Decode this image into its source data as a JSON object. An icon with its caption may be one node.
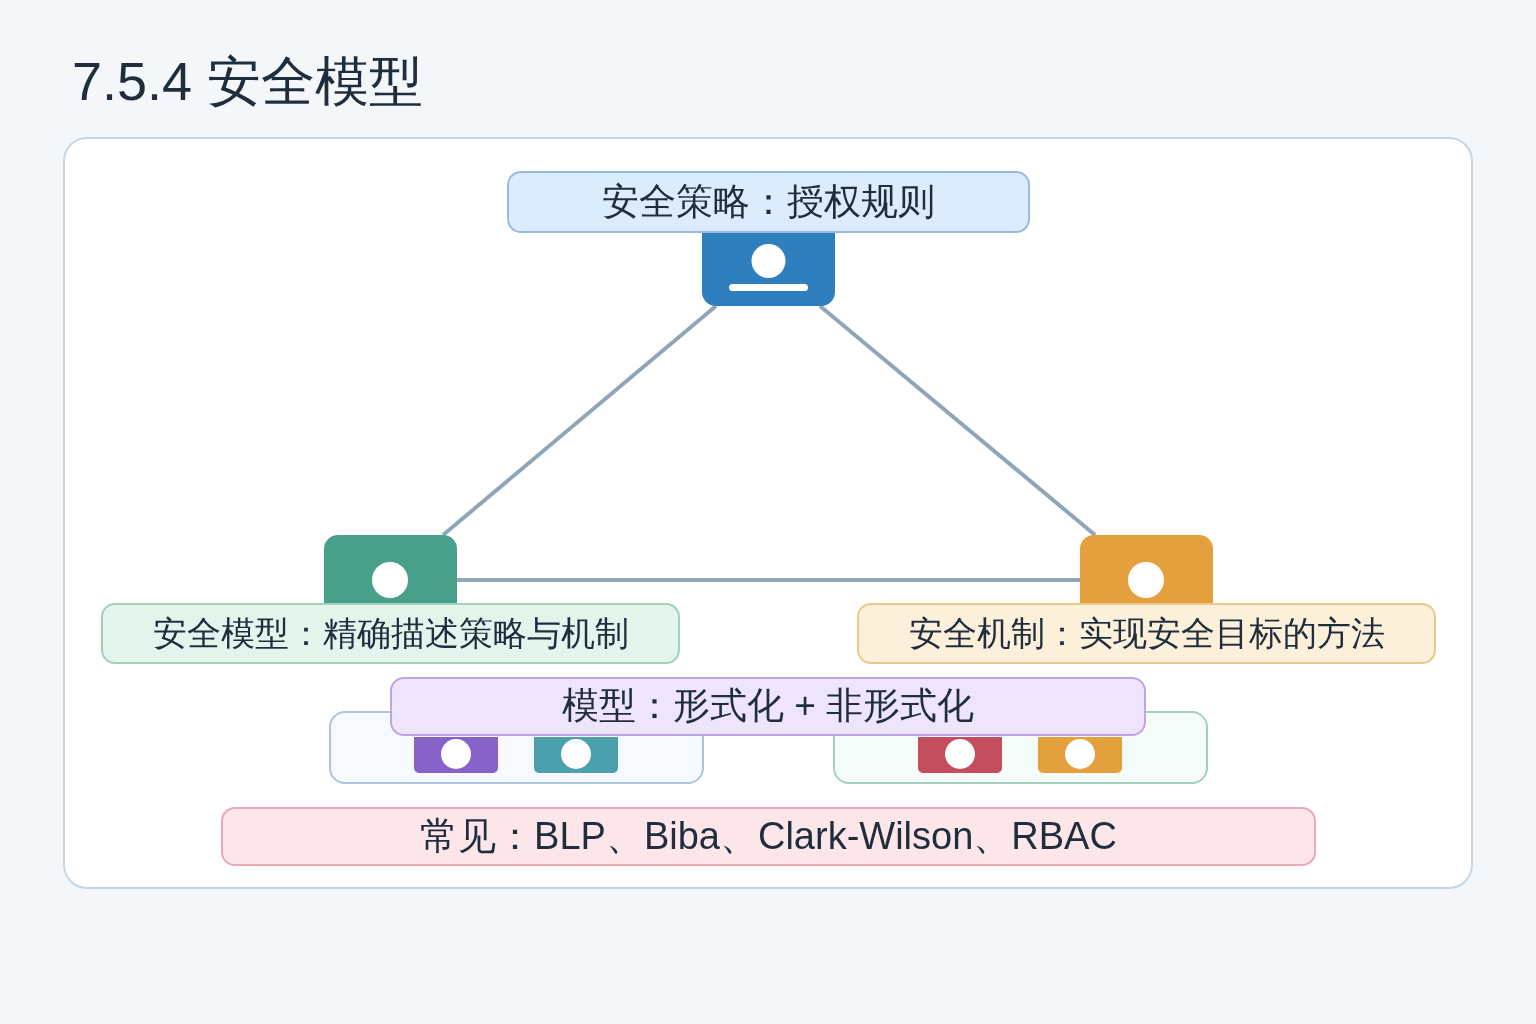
{
  "diagram": {
    "title": "7.5.4 安全模型",
    "nodes": [
      {
        "text": [
          "安全策略：授权规则"
        ]
      },
      {
        "text": [],
        "shape": "box"
      },
      {
        "text": [],
        "shape": "box"
      },
      {
        "text": [],
        "shape": "box"
      },
      {
        "text": [
          "安全模型：精确描述策略与机制"
        ]
      },
      {
        "text": [
          "安全机制：实现安全目标的方法"
        ]
      },
      {
        "text": [
          "模型：形式化 + 非形式化"
        ]
      },
      {
        "text": [],
        "shape": "box"
      },
      {
        "text": [],
        "shape": "box",
        "in": 7
      },
      {
        "text": [],
        "shape": "box",
        "in": 7
      },
      {
        "text": [],
        "shape": "box"
      },
      {
        "text": [],
        "shape": "box",
        "in": 10
      },
      {
        "text": [],
        "shape": "box",
        "in": 10
      },
      {
        "text": [
          "常见：BLP、Biba、Clark-Wilson、RBAC"
        ]
      }
    ],
    "edges": [
      {
        "from": 1,
        "to": 2,
        "arrow": "none"
      },
      {
        "from": 1,
        "to": 3,
        "arrow": "none"
      },
      {
        "from": 2,
        "to": 3,
        "arrow": "none"
      }
    ]
  }
}
